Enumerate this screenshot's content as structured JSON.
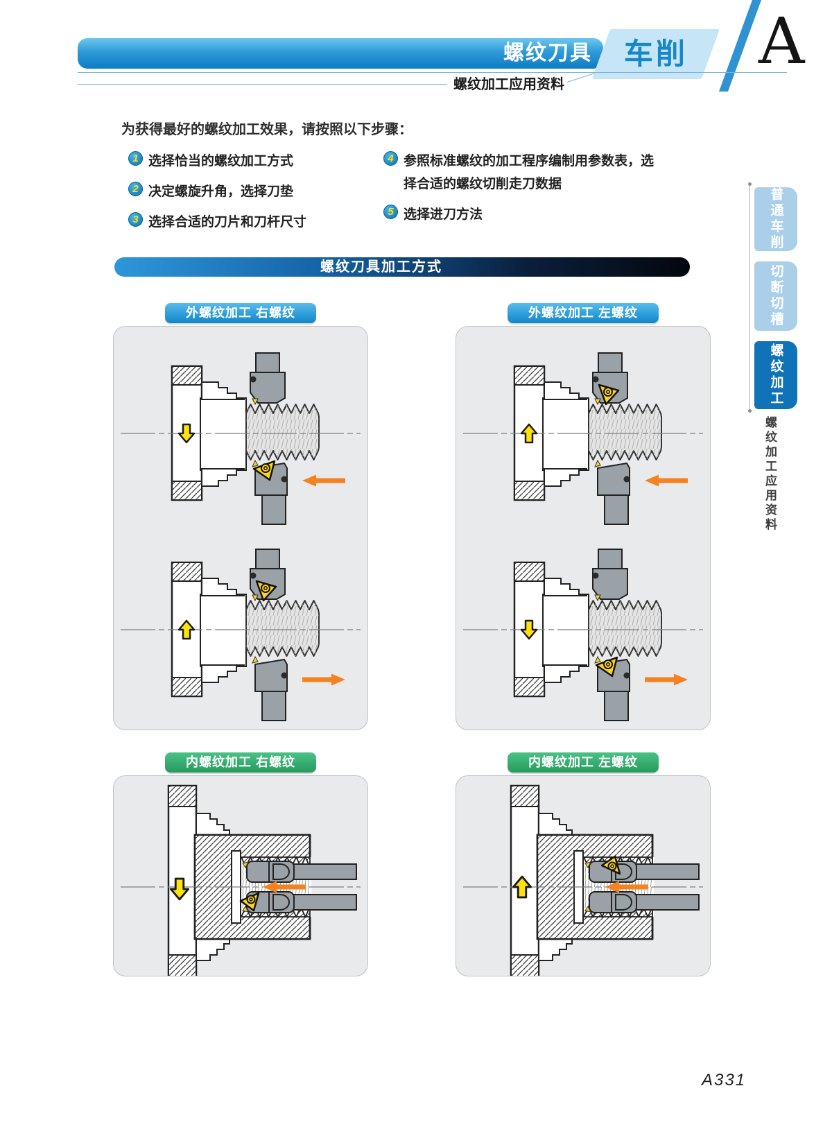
{
  "header": {
    "banner_title": "螺纹刀具",
    "category_label": "车削",
    "section_letter": "A",
    "subtitle": "螺纹加工应用资料"
  },
  "intro_text": "为获得最好的螺纹加工效果，请按照以下步骤：",
  "steps": [
    {
      "num": "1",
      "text": "选择恰当的螺纹加工方式"
    },
    {
      "num": "2",
      "text": "决定螺旋升角，选择刀垫"
    },
    {
      "num": "3",
      "text": "选择合适的刀片和刀杆尺寸"
    },
    {
      "num": "4",
      "text": "参照标准螺纹的加工程序编制用参数表，选择合适的螺纹切削走刀数据"
    },
    {
      "num": "5",
      "text": "选择进刀方法"
    }
  ],
  "section_bar_title": "螺纹刀具加工方式",
  "panels": [
    {
      "title": "外螺纹加工 右螺纹",
      "header_color": "#1b8ccb",
      "type": "external-thread",
      "diagrams": [
        {
          "spindle_rotation": "down",
          "feed_direction": "left",
          "active_tool": "bottom-toolholder"
        },
        {
          "spindle_rotation": "up",
          "feed_direction": "right",
          "active_tool": "top-toolholder"
        }
      ]
    },
    {
      "title": "外螺纹加工 左螺纹",
      "header_color": "#1b8ccb",
      "type": "external-thread",
      "diagrams": [
        {
          "spindle_rotation": "up",
          "feed_direction": "left",
          "active_tool": "top-toolholder"
        },
        {
          "spindle_rotation": "down",
          "feed_direction": "right",
          "active_tool": "bottom-toolholder"
        }
      ]
    },
    {
      "title": "内螺纹加工 右螺纹",
      "header_color": "#2fa96b",
      "type": "internal-thread",
      "diagrams": [
        {
          "spindle_rotation": "down",
          "feed_direction": "left",
          "active_tool": "lower-boring-bar"
        }
      ]
    },
    {
      "title": "内螺纹加工 左螺纹",
      "header_color": "#2fa96b",
      "type": "internal-thread",
      "diagrams": [
        {
          "spindle_rotation": "up",
          "feed_direction": "left",
          "active_tool": "upper-boring-bar"
        }
      ]
    }
  ],
  "sidebar": {
    "tabs": [
      {
        "label": "普通车削",
        "active": false
      },
      {
        "label": "切断切槽",
        "active": false
      },
      {
        "label": "螺纹加工",
        "active": true
      }
    ],
    "caption": "螺纹加工应用资料"
  },
  "page_number": "A331",
  "colors": {
    "banner_blue": "#0f82c5",
    "tab_active_blue": "#1173b7",
    "tab_inactive_blue": "#a9cfe9",
    "green_header": "#2fa96b",
    "arrow_yellow": "#ffe20a",
    "arrow_orange": "#f58220",
    "insert_yellow": "#ffd41a"
  }
}
